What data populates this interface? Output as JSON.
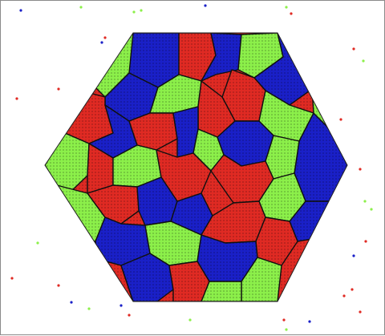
{
  "image": {
    "description_colors": {
      "background": "#ffffff",
      "frame": "#8a8a8a",
      "red": "#e02a23",
      "blue": "#1a20c8",
      "green": "#8cf04a",
      "boundary": "#111111"
    },
    "palette_names": [
      "red",
      "blue",
      "green"
    ]
  }
}
